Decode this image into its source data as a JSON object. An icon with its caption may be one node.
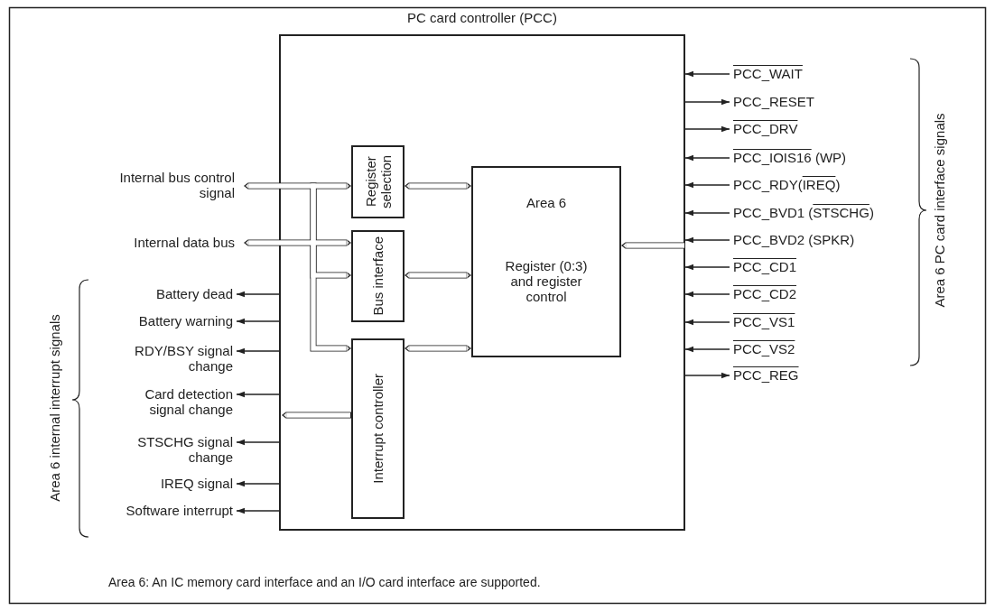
{
  "diagram": {
    "caption": "Area 6:  An IC memory card interface and an I/O card interface are supported.",
    "nodes": [
      {
        "text": [
          "PC card controller (PCC)"
        ]
      },
      {
        "text": [
          "Register selection"
        ],
        "in": 0
      },
      {
        "text": [
          "Bus interface"
        ],
        "in": 0
      },
      {
        "text": [
          "Interrupt controller"
        ],
        "in": 0
      },
      {
        "text": [
          "Area 6",
          "Register (0:3) and register control"
        ],
        "in": 0
      },
      {
        "text": [
          "Internal bus control signal"
        ]
      },
      {
        "text": [
          "Internal data bus"
        ]
      },
      {
        "text": [
          "Battery dead"
        ]
      },
      {
        "text": [
          "Battery warning"
        ]
      },
      {
        "text": [
          "RDY/BSY signal change"
        ]
      },
      {
        "text": [
          "Card detection signal change"
        ]
      },
      {
        "text": [
          "STSCHG signal change"
        ]
      },
      {
        "text": [
          "IREQ signal"
        ]
      },
      {
        "text": [
          "Software interrupt"
        ]
      },
      {
        "text": [
          "PCC_WAIT"
        ]
      },
      {
        "text": [
          "PCC_RESET"
        ]
      },
      {
        "text": [
          "PCC_DRV"
        ]
      },
      {
        "text": [
          "PCC_IOIS16 (WP)"
        ]
      },
      {
        "text": [
          "PCC_RDY(IREQ)"
        ]
      },
      {
        "text": [
          "PCC_BVD1 (STSCHG)"
        ]
      },
      {
        "text": [
          "PCC_BVD2 (SPKR)"
        ]
      },
      {
        "text": [
          "PCC_CD1"
        ]
      },
      {
        "text": [
          "PCC_CD2"
        ]
      },
      {
        "text": [
          "PCC_VS1"
        ]
      },
      {
        "text": [
          "PCC_VS2"
        ]
      },
      {
        "text": [
          "PCC_REG"
        ]
      }
    ],
    "edges": [
      {
        "from": 5,
        "to": 1,
        "arrow": "both",
        "style": "thick"
      },
      {
        "from": 5,
        "to": 2,
        "arrow": "both",
        "style": "thick"
      },
      {
        "from": 5,
        "to": 3,
        "arrow": "both",
        "style": "thick"
      },
      {
        "from": 6,
        "to": 2,
        "arrow": "both",
        "style": "thick"
      },
      {
        "from": 1,
        "to": 4,
        "arrow": "both",
        "style": "thick"
      },
      {
        "from": 2,
        "to": 4,
        "arrow": "both",
        "style": "thick"
      },
      {
        "from": 3,
        "to": 4,
        "arrow": "both",
        "style": "thick"
      },
      {
        "from": 3,
        "to": null,
        "arrow": "to",
        "style": "thick"
      },
      {
        "from": 0,
        "to": 4,
        "arrow": "to",
        "style": "thick"
      },
      {
        "from": 0,
        "to": 7,
        "arrow": "to"
      },
      {
        "from": 0,
        "to": 8,
        "arrow": "to"
      },
      {
        "from": 0,
        "to": 9,
        "arrow": "to"
      },
      {
        "from": 0,
        "to": 10,
        "arrow": "to"
      },
      {
        "from": 0,
        "to": 11,
        "arrow": "to"
      },
      {
        "from": 0,
        "to": 12,
        "arrow": "to"
      },
      {
        "from": 0,
        "to": 13,
        "arrow": "to"
      },
      {
        "from": 14,
        "to": 0,
        "arrow": "to"
      },
      {
        "from": 0,
        "to": 15,
        "arrow": "to"
      },
      {
        "from": 0,
        "to": 16,
        "arrow": "to"
      },
      {
        "from": 17,
        "to": 0,
        "arrow": "to"
      },
      {
        "from": 18,
        "to": 0,
        "arrow": "to"
      },
      {
        "from": 19,
        "to": 0,
        "arrow": "to"
      },
      {
        "from": 20,
        "to": 0,
        "arrow": "to"
      },
      {
        "from": 21,
        "to": 0,
        "arrow": "to"
      },
      {
        "from": 22,
        "to": 0,
        "arrow": "to"
      },
      {
        "from": 23,
        "to": 0,
        "arrow": "to"
      },
      {
        "from": 24,
        "to": 0,
        "arrow": "to"
      },
      {
        "from": 0,
        "to": 25,
        "arrow": "to"
      }
    ],
    "labels": [
      "Area 6 internal interrupt signals",
      "Area 6 PC card interface signals"
    ]
  }
}
